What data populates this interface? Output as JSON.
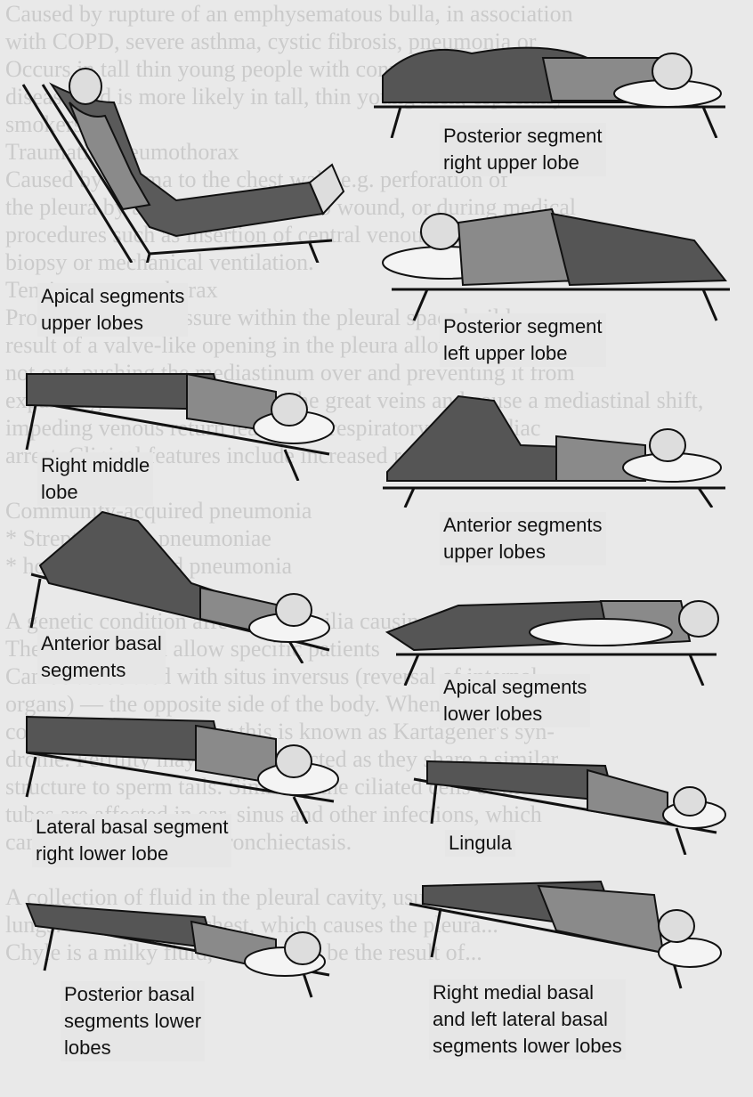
{
  "background_text": [
    "Caused by rupture of an emphysematous bulla, in association",
    "with COPD, severe asthma, cystic fibrosis, pneumonia or",
    "Occurs in tall thin young people with connective tissue",
    "disease and is more likely in tall, thin young men, especially",
    "smokers.",
    "Traumatic pneumothorax",
    "Caused by trauma to the chest wall, e.g. perforation of",
    "the pleura by a fractured rib or stab wound, or during medical",
    "procedures such as insertion of central venous lines, lung",
    "biopsy or mechanical ventilation.",
    "Tension pneumothorax",
    "Produced when pressure within the pleural space builds up as a",
    "result of a valve-like opening in the pleura allowing air in but",
    "not out, pushing the mediastinum over and preventing it from",
    "expanding. This can compress the great veins and cause a mediastinal shift,",
    "impeding venous return leading to respiratory and cardiac",
    "arrest. Clinical features include increased respiratory rate,",
    "",
    "Community-acquired pneumonia",
    "* Streptococcus pneumoniae",
    "* hospital-acquired pneumonia",
    "",
    "A genetic condition affecting the cilia causing dysmotility.",
    "They activity and allow specific patients",
    "Can be associated with situs inversus (reversal of internal",
    "organs) — the opposite side of the body. When these three",
    "conditions exist together this is known as Kartagener's syn-",
    "drome. Fertility may also be affected as they share a similar",
    "structure to sperm tails. Similarly the ciliated cells of the",
    "tubes are affected in ear, sinus and other infections, which",
    "can eventually lead to bronchiectasis.",
    "",
    "A collection of fluid in the pleural cavity, usually the",
    "lungs. Trauma to the chest, which causes the pleura...",
    "Chyle is a milky fluid, which may be the result of..."
  ],
  "positions": [
    {
      "id": "apical-upper",
      "caption": "Apical segments\nupper lobes"
    },
    {
      "id": "posterior-right-upper",
      "caption": "Posterior segment\nright upper lobe"
    },
    {
      "id": "posterior-left-upper",
      "caption": "Posterior segment\nleft upper lobe"
    },
    {
      "id": "right-middle",
      "caption": "Right middle\nlobe"
    },
    {
      "id": "anterior-upper",
      "caption": "Anterior segments\nupper lobes"
    },
    {
      "id": "anterior-basal",
      "caption": "Anterior basal\nsegments"
    },
    {
      "id": "apical-lower",
      "caption": "Apical segments\nlower lobes"
    },
    {
      "id": "lateral-basal-right",
      "caption": "Lateral basal segment\nright lower lobe"
    },
    {
      "id": "lingula",
      "caption": "Lingula"
    },
    {
      "id": "posterior-basal",
      "caption": "Posterior basal\nsegments lower\nlobes"
    },
    {
      "id": "medial-lateral-basal",
      "caption": "Right medial basal\nand left lateral basal\nsegments lower lobes"
    }
  ],
  "colors": {
    "ink": "#111111",
    "clothing": "#4a4a4a",
    "shirt": "#8a8a8a",
    "pillow": "#f4f4f4",
    "page": "#e9e9e9"
  }
}
